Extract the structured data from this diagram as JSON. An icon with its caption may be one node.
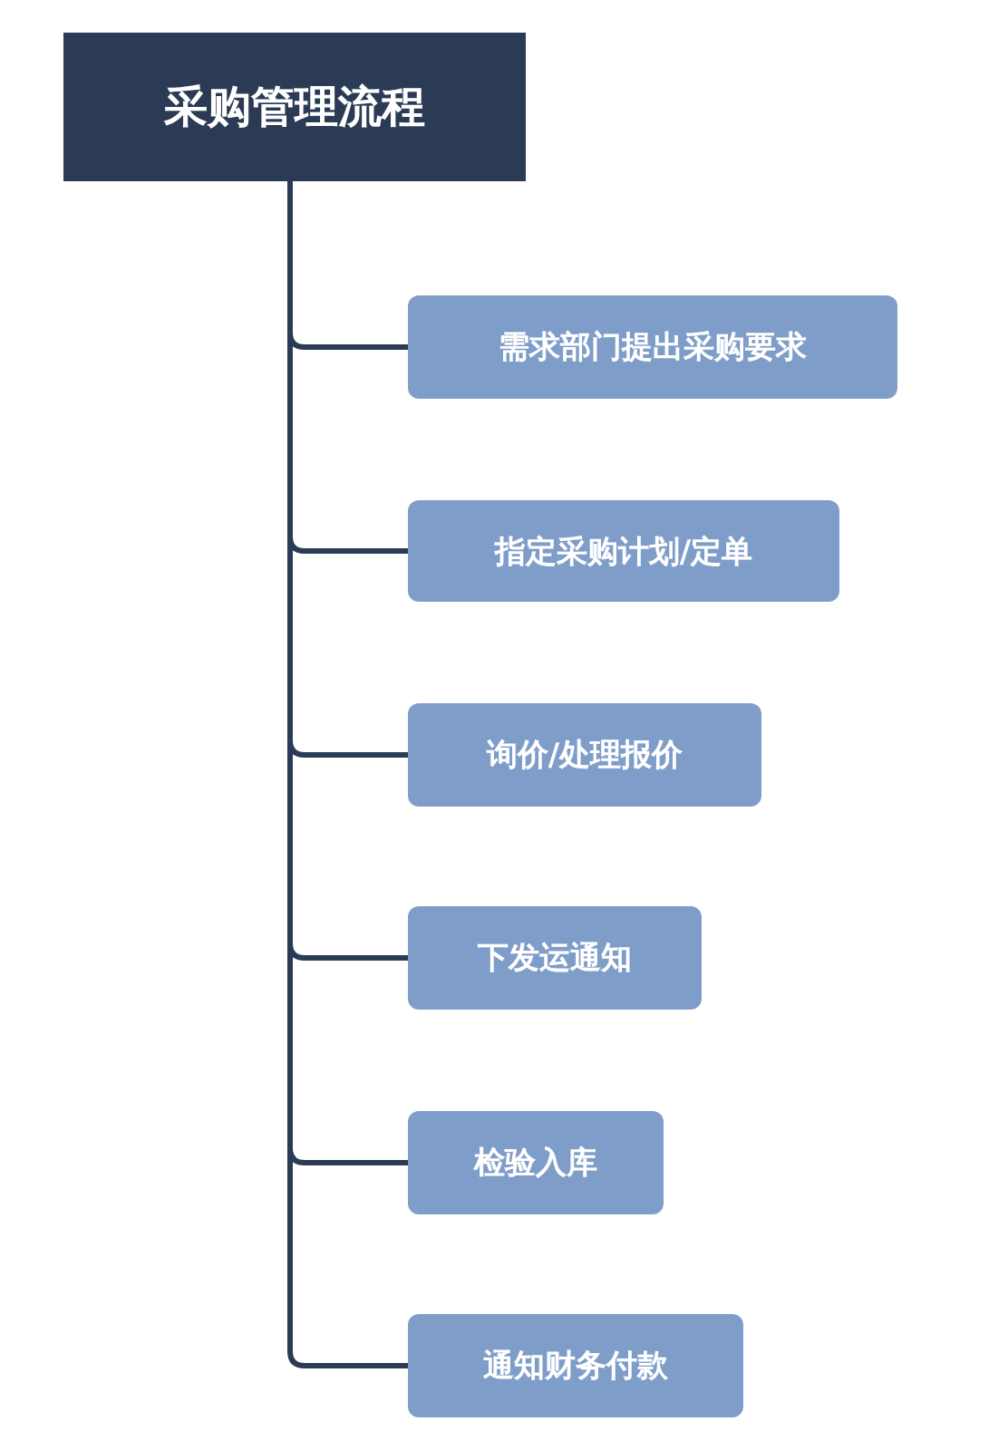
{
  "diagram": {
    "nodes": [
      {
        "text": [
          "采购管理流程"
        ]
      },
      {
        "text": [
          "需求部门提出采购要求"
        ]
      },
      {
        "text": [
          "指定采购计划/定单"
        ]
      },
      {
        "text": [
          "询价/处理报价"
        ]
      },
      {
        "text": [
          "下发运通知"
        ]
      },
      {
        "text": [
          "检验入库"
        ]
      },
      {
        "text": [
          "通知财务付款"
        ]
      }
    ],
    "edges": [
      {
        "from": 0,
        "to": 1,
        "arrow": "none"
      },
      {
        "from": 0,
        "to": 2,
        "arrow": "none"
      },
      {
        "from": 0,
        "to": 3,
        "arrow": "none"
      },
      {
        "from": 0,
        "to": 4,
        "arrow": "none"
      },
      {
        "from": 0,
        "to": 5,
        "arrow": "none"
      },
      {
        "from": 0,
        "to": 6,
        "arrow": "none"
      }
    ]
  }
}
